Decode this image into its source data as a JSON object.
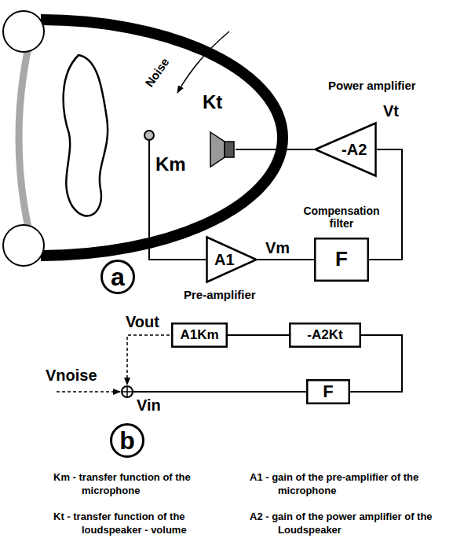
{
  "diagram": {
    "nodes": [
      {
        "text": [
          "Kt"
        ]
      },
      {
        "text": [
          "Power amplifier",
          "-A2"
        ]
      },
      {
        "text": [
          "Km"
        ]
      },
      {
        "text": [
          "Compensation filter",
          "F"
        ]
      },
      {
        "text": [
          "A1",
          "Pre-amplifier"
        ]
      },
      {
        "text": [
          "a"
        ]
      },
      {
        "text": [
          "A1Km"
        ]
      },
      {
        "text": [
          "-A2Kt"
        ]
      },
      {
        "text": [
          "F"
        ]
      },
      {
        "text": [
          "b"
        ]
      }
    ],
    "edges": [
      {
        "from": 2,
        "to": 4,
        "arrow": "none"
      },
      {
        "from": 4,
        "to": 3,
        "arrow": "none"
      },
      {
        "from": 3,
        "to": 1,
        "arrow": "none"
      },
      {
        "from": 1,
        "to": 0,
        "arrow": "none"
      },
      {
        "from": 8,
        "to": 7,
        "arrow": "none"
      },
      {
        "from": 7,
        "to": 6,
        "arrow": "none"
      }
    ],
    "labels": [
      "Noise",
      "Vt",
      "Vm",
      "Vout",
      "Vnoise",
      "Vin",
      "Km - transfer function of the microphone",
      "A1 - gain of the pre-amplifier of the microphone",
      "Kt - transfer function of the loudspeaker - volume",
      "A2 - gain of the power amplifier of the Loudspeaker"
    ]
  }
}
